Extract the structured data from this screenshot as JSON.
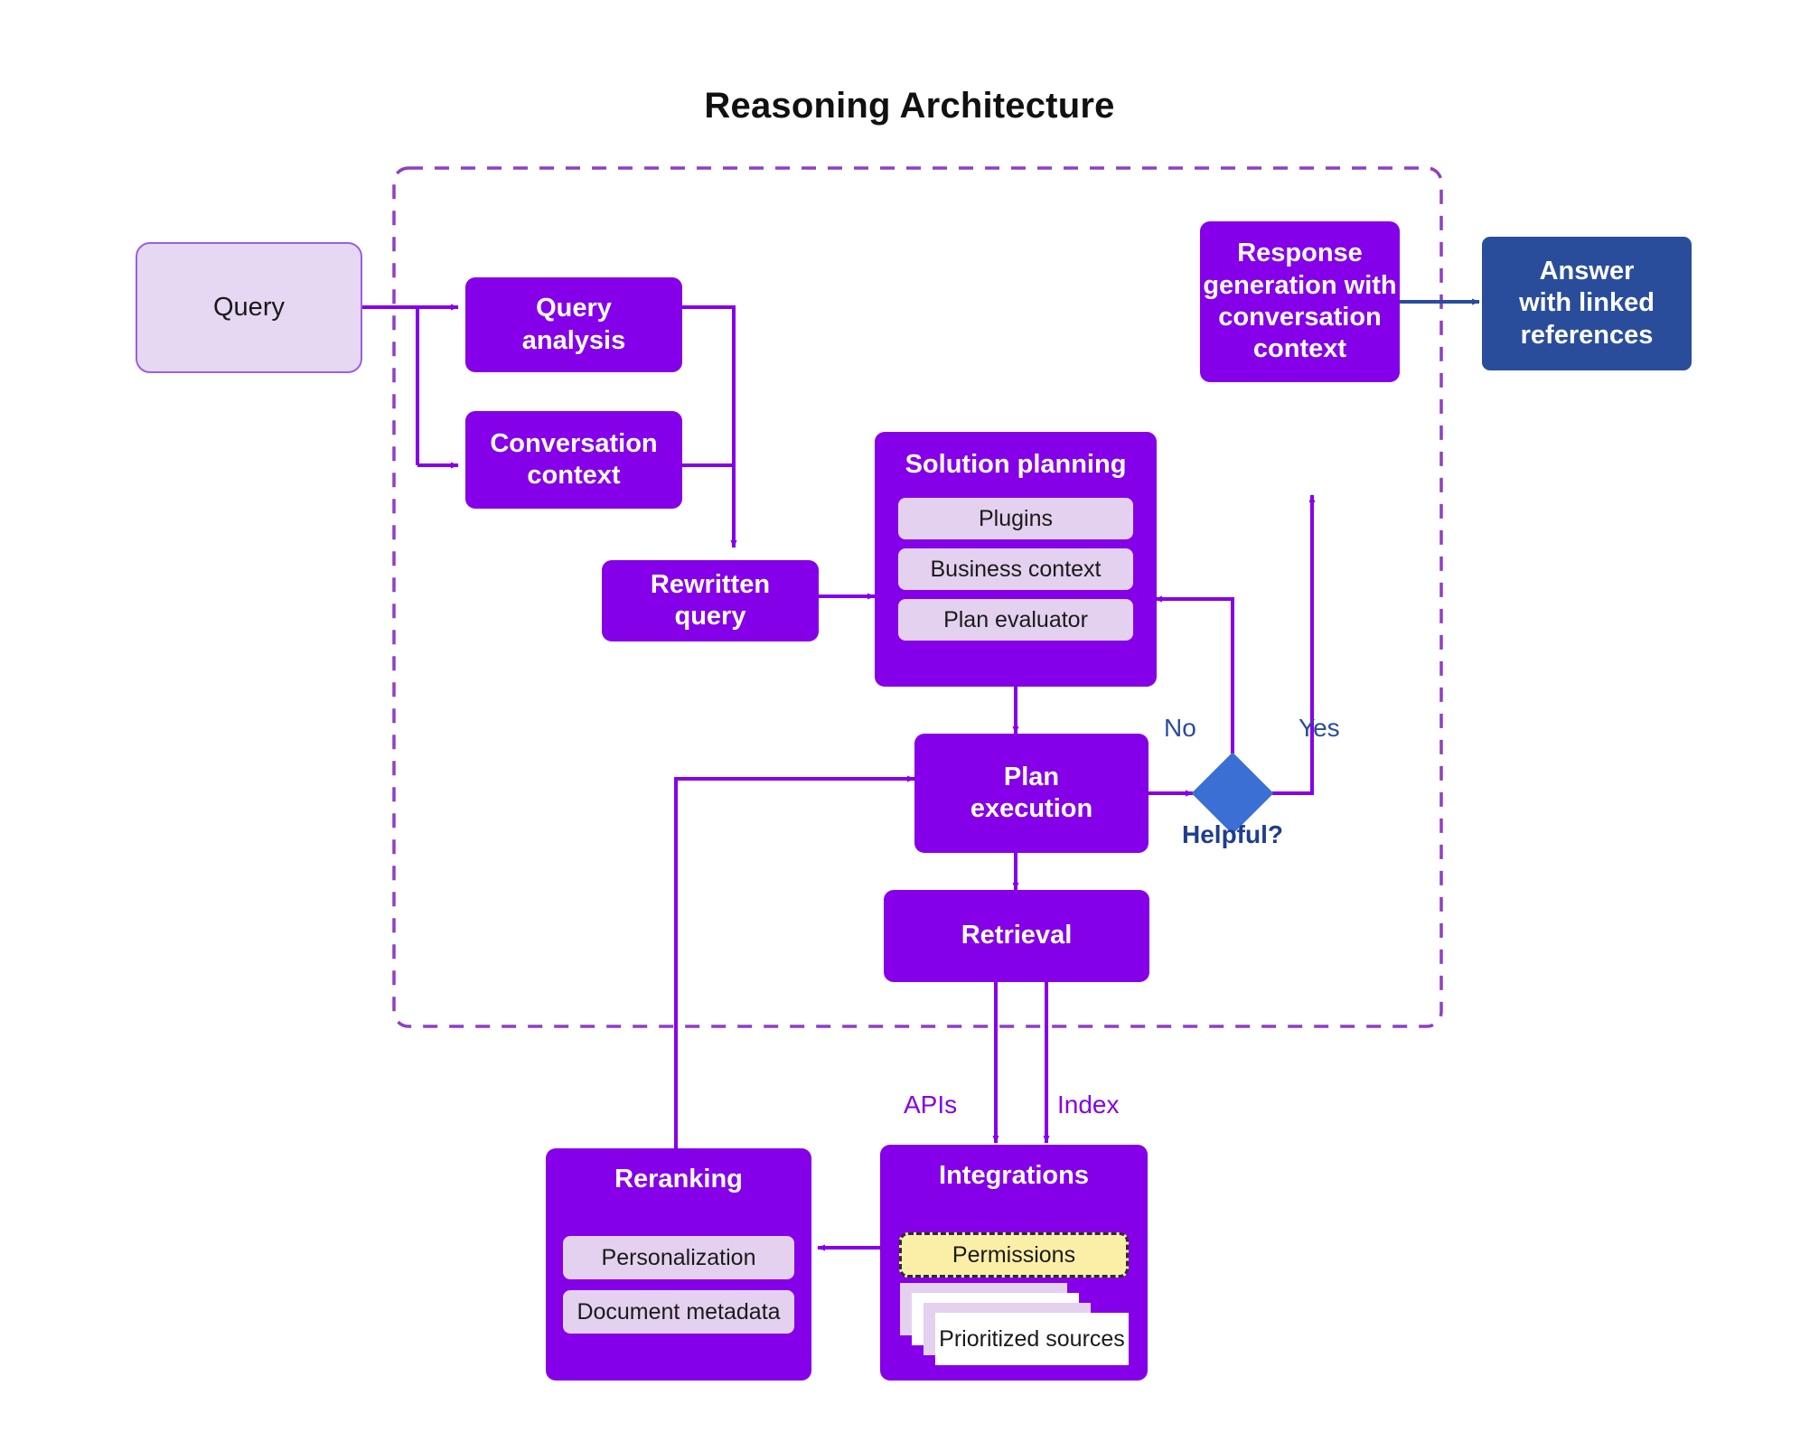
{
  "title": "Reasoning Architecture",
  "colors": {
    "purple": "#8500E8",
    "light_purple": "#E3D1EF",
    "query_fill": "#E6D8F2",
    "query_border": "#9B5FE0",
    "blue": "#2A4D9B",
    "diamond_blue": "#3B6FD4",
    "yellow": "#FBEFA8",
    "boundary_dash": "#8E3FC4",
    "label_blue": "#1F3E8C"
  },
  "nodes": {
    "query": "Query",
    "query_analysis": "Query\nanalysis",
    "query_analysis_line1": "Query",
    "query_analysis_line2": "analysis",
    "conversation_context_line1": "Conversation",
    "conversation_context_line2": "context",
    "rewritten_query_line1": "Rewritten",
    "rewritten_query_line2": "query",
    "solution_planning": "Solution planning",
    "plan_execution_line1": "Plan",
    "plan_execution_line2": "execution",
    "retrieval": "Retrieval",
    "response_generation_line1": "Response",
    "response_generation_line2": "generation with",
    "response_generation_line3": "conversation",
    "response_generation_line4": "context",
    "answer_line1": "Answer",
    "answer_line2": "with linked",
    "answer_line3": "references",
    "reranking": "Reranking",
    "integrations": "Integrations"
  },
  "solution_planning_items": [
    "Plugins",
    "Business context",
    "Plan evaluator"
  ],
  "reranking_items": [
    "Personalization",
    "Document metadata"
  ],
  "integrations_items": {
    "permissions": "Permissions",
    "prioritized_sources": "Prioritized sources"
  },
  "decision": {
    "label": "Helpful?",
    "yes": "Yes",
    "no": "No"
  },
  "edge_labels": {
    "apis": "APIs",
    "index": "Index"
  }
}
